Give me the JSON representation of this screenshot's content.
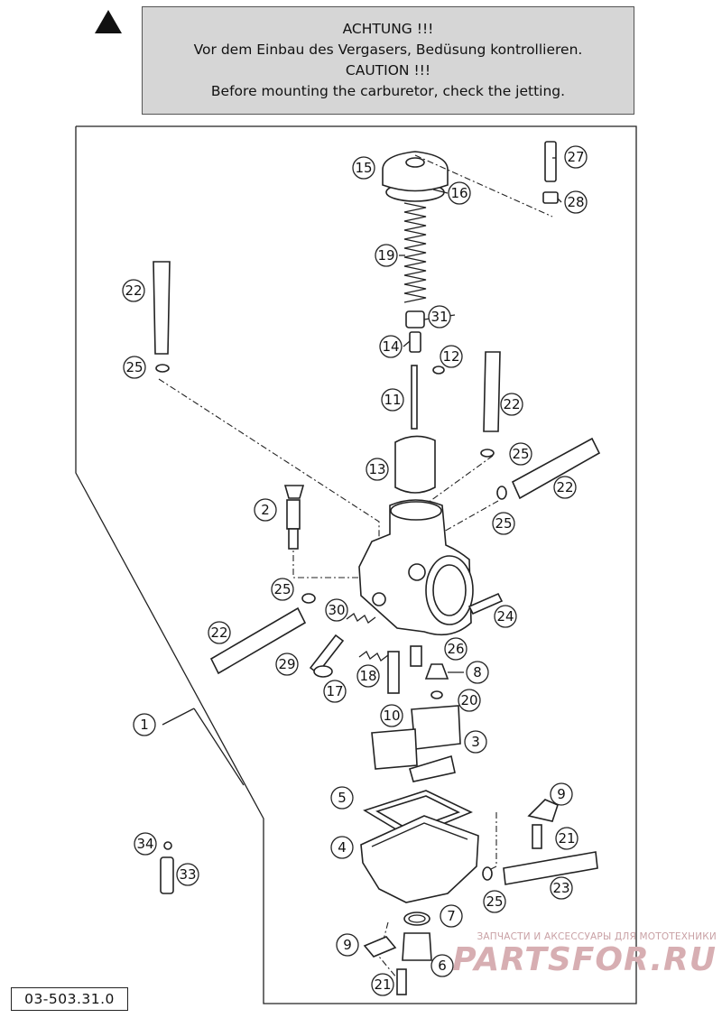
{
  "caution": {
    "line1": "ACHTUNG !!!",
    "line2": "Vor dem Einbau des Vergasers, Bedüsung kontrollieren.",
    "line3": "CAUTION !!!",
    "line4": "Before mounting the carburetor, check the jetting."
  },
  "drawing_number": "03-503.31.0",
  "watermark": {
    "tagline": "ЗАПЧАСТИ И АКСЕССУАРЫ ДЛЯ МОТОТЕХНИКИ",
    "brand": "PARTSFOR.RU"
  },
  "callouts": {
    "c1": "1",
    "c2": "2",
    "c3": "3",
    "c4": "4",
    "c5": "5",
    "c6": "6",
    "c7": "7",
    "c8": "8",
    "c9a": "9",
    "c9b": "9",
    "c10": "10",
    "c11": "11",
    "c12": "12",
    "c13": "13",
    "c14": "14",
    "c15": "15",
    "c16": "16",
    "c17": "17",
    "c18": "18",
    "c19": "19",
    "c20": "20",
    "c21a": "21",
    "c21b": "21",
    "c22a": "22",
    "c22b": "22",
    "c22c": "22",
    "c22d": "22",
    "c23": "23",
    "c24": "24",
    "c25a": "25",
    "c25b": "25",
    "c25c": "25",
    "c25d": "25",
    "c25e": "25",
    "c26": "26",
    "c27": "27",
    "c28": "28",
    "c29": "29",
    "c30": "30",
    "c31": "31",
    "c33": "33",
    "c34": "34"
  },
  "icons": {
    "warning": "warning-triangle-icon"
  }
}
